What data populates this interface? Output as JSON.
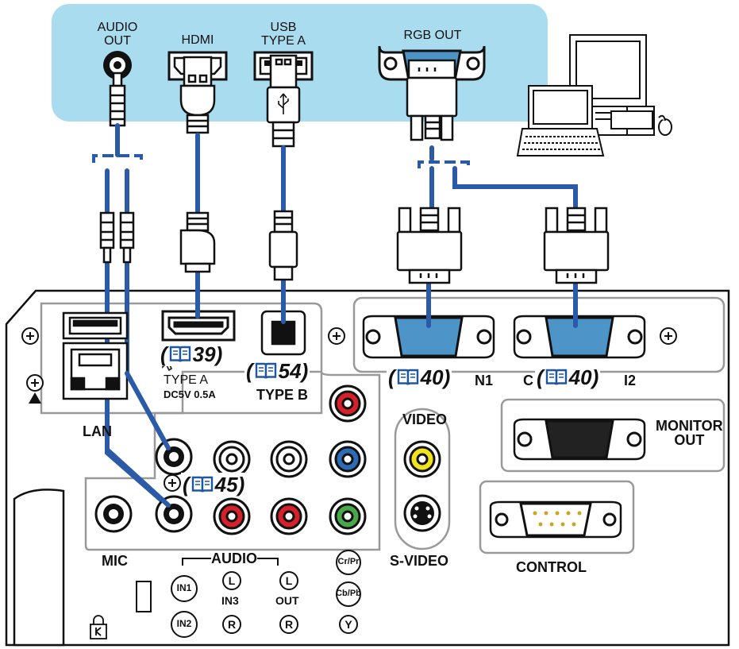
{
  "computer_side": {
    "audio_out": "AUDIO\nOUT",
    "hdmi": "HDMI",
    "usb_type_a": "USB\nTYPE A",
    "rgb_out": "RGB OUT"
  },
  "projector": {
    "lan": "LAN",
    "type_a": "TYPE A",
    "type_a_rating": "DC5V 0.5A",
    "type_b": "TYPE B",
    "video": "VIDEO",
    "s_video": "S-VIDEO",
    "monitor_out": "MONITOR\nOUT",
    "control": "CONTROL",
    "mic": "MIC",
    "audio": "AUDIO",
    "in1": "IN1",
    "in2": "IN2",
    "in3": "IN3",
    "out": "OUT",
    "l": "L",
    "r": "R",
    "cr_pr": "Cr/Pr",
    "cb_pb": "Cb/Pb",
    "y": "Y",
    "computer_in1_tail": "N1",
    "computer_in2_head": "C",
    "computer_in2_tail": "I2"
  },
  "page_refs": {
    "hdmi": "39",
    "usb_b": "54",
    "computer_in1": "40",
    "computer_in2": "40",
    "audio": "45"
  },
  "colors": {
    "highlight": "#a9dcef",
    "cable": "#2a5aa8",
    "port_blue": "#4d94c9",
    "red": "#d6202a",
    "yellow": "#f2e418",
    "green": "#4aa84b",
    "blue_jack": "#2c6bb5"
  }
}
